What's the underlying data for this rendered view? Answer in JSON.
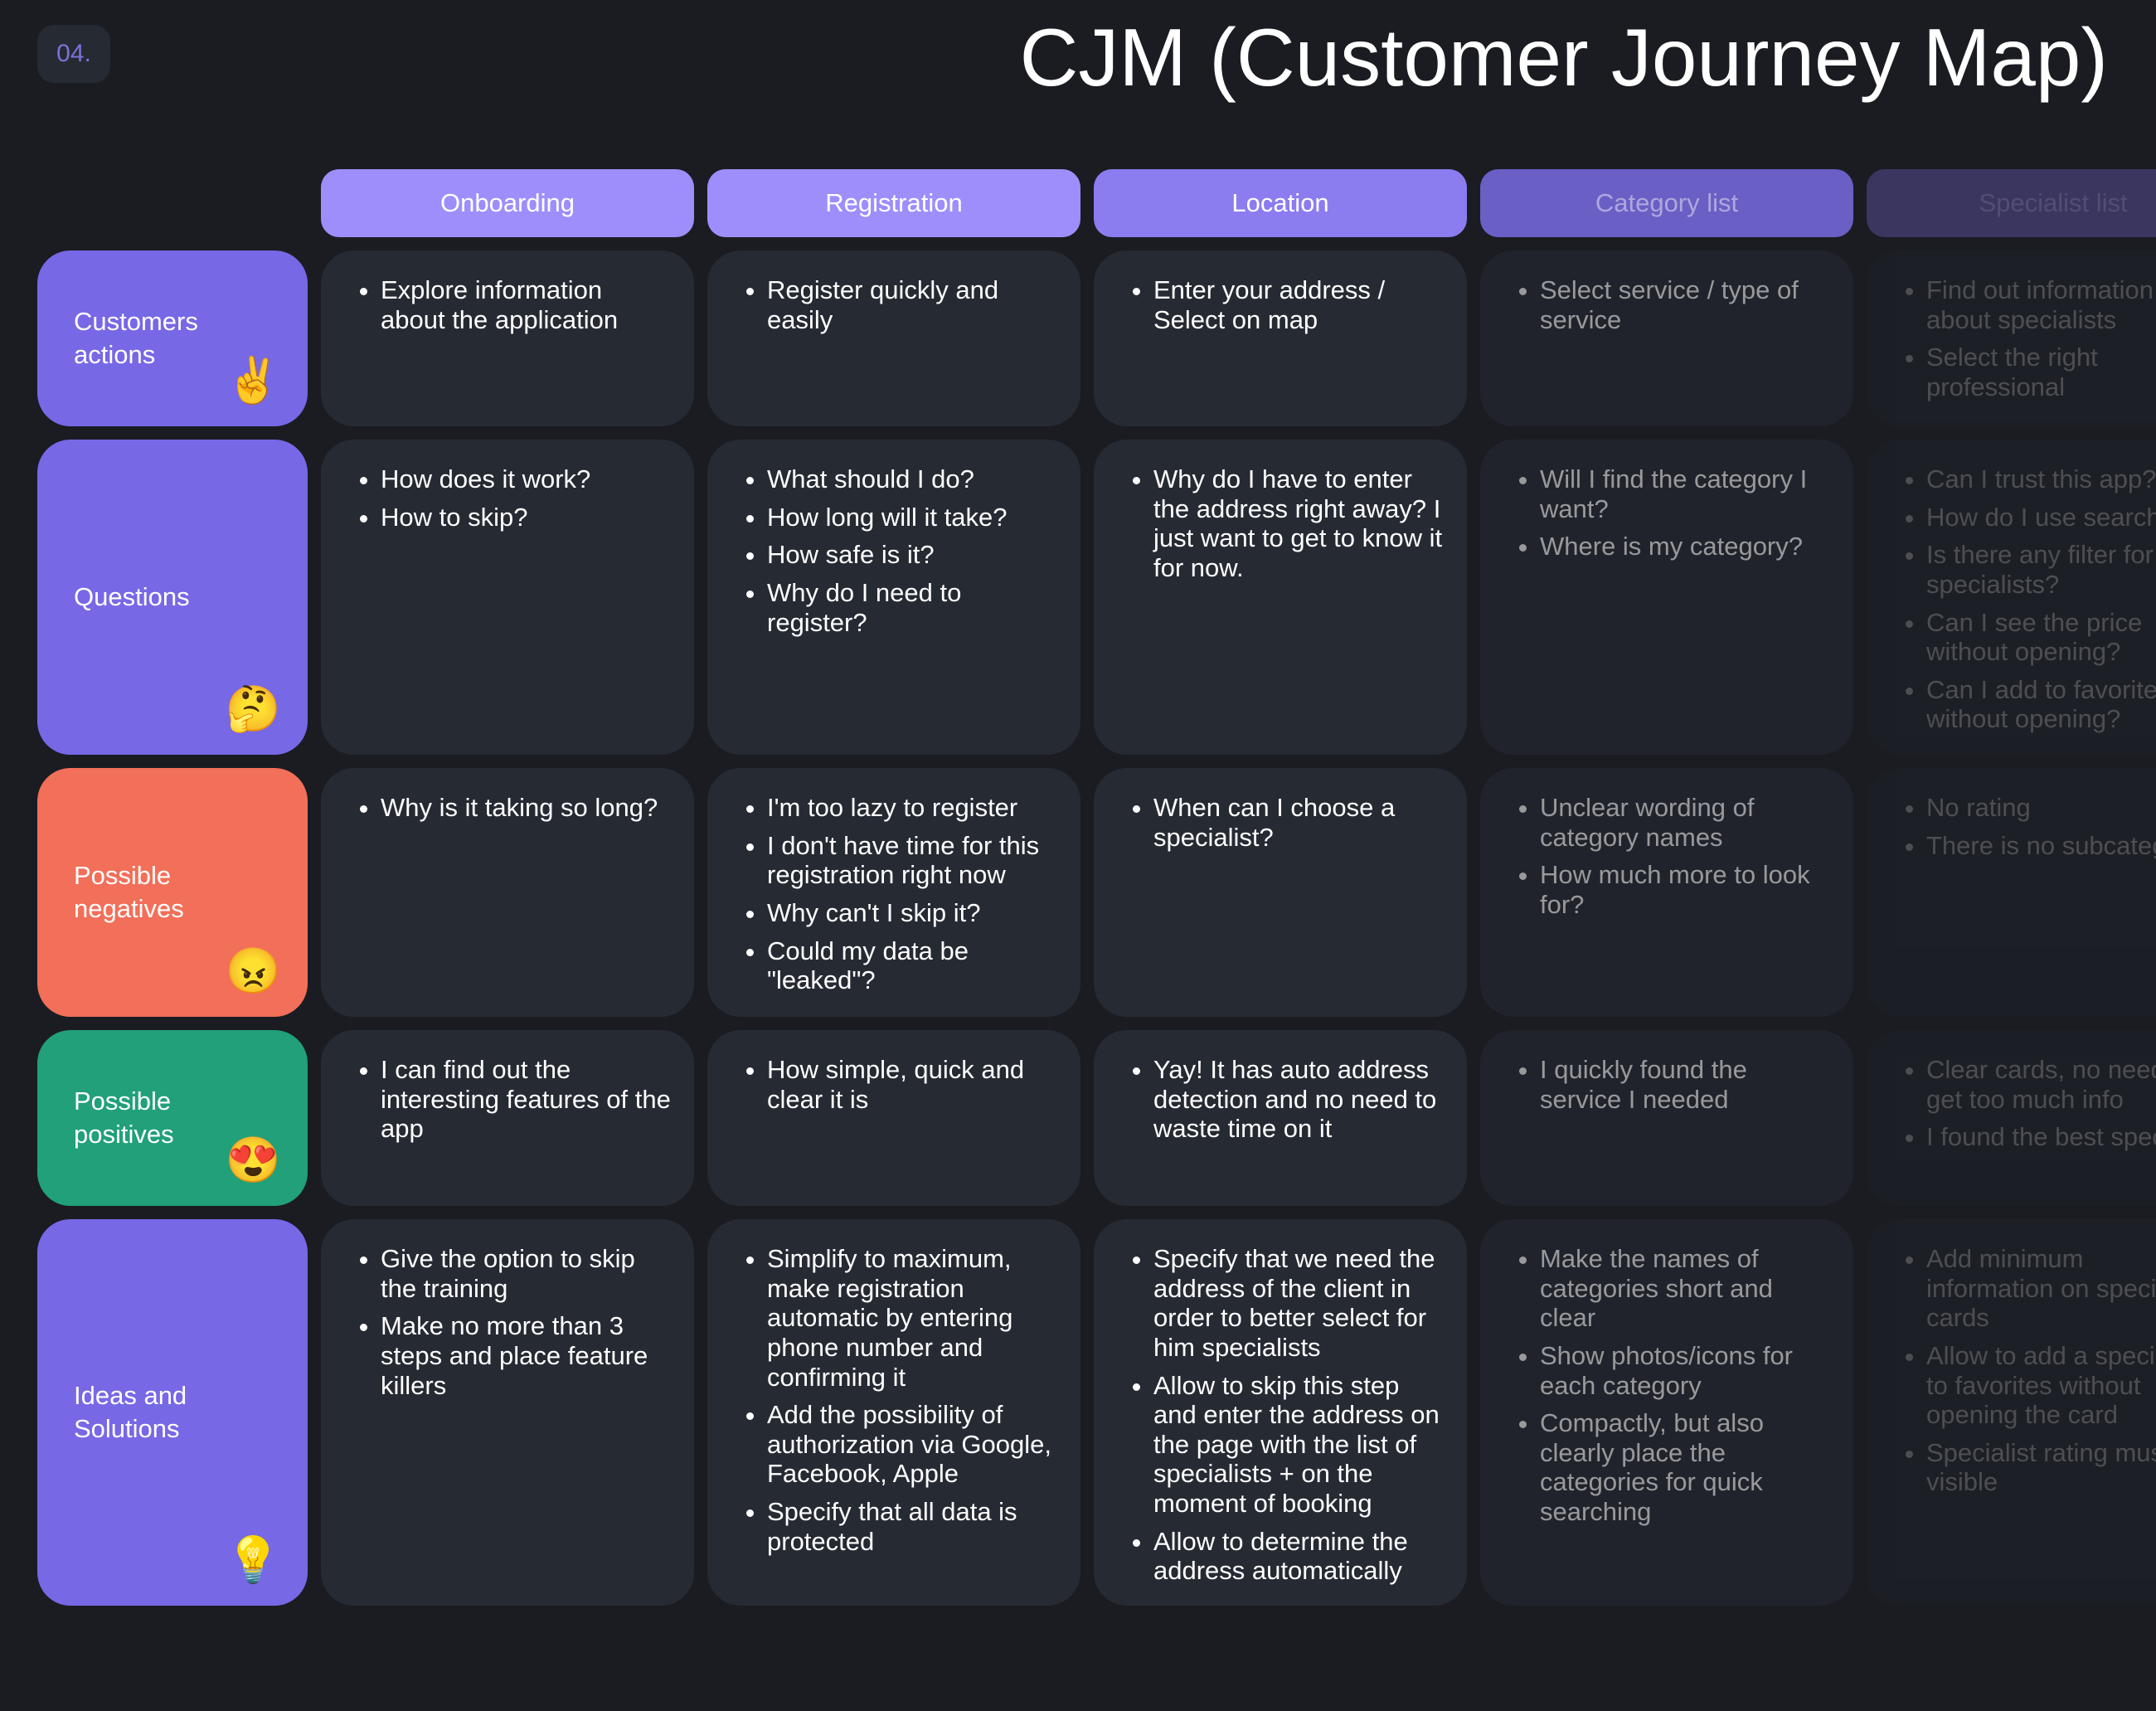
{
  "badge": "04.",
  "title": "CJM (Customer Journey Map)",
  "stages": [
    "Onboarding",
    "Registration",
    "Location",
    "Category list",
    "Specialist list"
  ],
  "rows": [
    {
      "label": "Customers actions",
      "emoji": "✌️",
      "cells": [
        [
          "Explore information about the application"
        ],
        [
          "Register quickly and easily"
        ],
        [
          "Enter your address / Select on map"
        ],
        [
          "Select service / type of service"
        ],
        [
          "Find out information about specialists",
          "Select the right professional"
        ]
      ]
    },
    {
      "label": "Questions",
      "emoji": "🤔",
      "cells": [
        [
          "How does it work?",
          "How to skip?"
        ],
        [
          "What should I do?",
          "How long will it take?",
          "How safe is it?",
          "Why do I need to register?"
        ],
        [
          "Why do I have to enter the address right away? I just want to get to know it for now."
        ],
        [
          "Will I find the category I want?",
          "Where is my category?"
        ],
        [
          "Can I trust this app?",
          "How do I use search?",
          "Is there any filter for specialists?",
          "Can I see the price without opening?",
          "Can I add to favorites without opening?"
        ]
      ]
    },
    {
      "label": "Possible negatives",
      "emoji": "😠",
      "cells": [
        [
          "Why is it taking so long?"
        ],
        [
          "I'm too lazy to register",
          "I don't have time for this registration right now",
          "Why can't I skip it?",
          "Could my data be \"leaked\"?"
        ],
        [
          "When can I choose a specialist?"
        ],
        [
          "Unclear wording of category names",
          "How much more to look for?"
        ],
        [
          "No rating",
          "There is no subcategory"
        ]
      ]
    },
    {
      "label": "Possible positives",
      "emoji": "😍",
      "cells": [
        [
          "I can find out the interesting features of the app"
        ],
        [
          "How simple, quick and clear it is"
        ],
        [
          "Yay! It has auto address detection and no need to waste time on it"
        ],
        [
          "I quickly found the service I needed"
        ],
        [
          "Clear cards, no need to get too much info",
          "I found the best specialist"
        ]
      ]
    },
    {
      "label": "Ideas and Solutions",
      "emoji": "💡",
      "cells": [
        [
          "Give the option to skip the training",
          "Make no more than 3 steps and place feature killers"
        ],
        [
          "Simplify to maximum, make registration automatic by entering phone number and confirming it",
          "Add the possibility of authorization via Google, Facebook, Apple",
          "Specify that all data is protected"
        ],
        [
          "Specify that we need the address of the client in order to better select for him specialists",
          "Allow to skip this step and enter the address on the page with the list of specialists + on the moment of booking",
          "Allow to determine the address automatically"
        ],
        [
          "Make the names of categories short and clear",
          "Show photos/icons for each category",
          "Compactly, but also clearly place the categories for quick searching"
        ],
        [
          "Add minimum information on specialist cards",
          "Allow to add a specialist to favorites without opening the card",
          "Specialist rating must be visible"
        ]
      ]
    }
  ]
}
